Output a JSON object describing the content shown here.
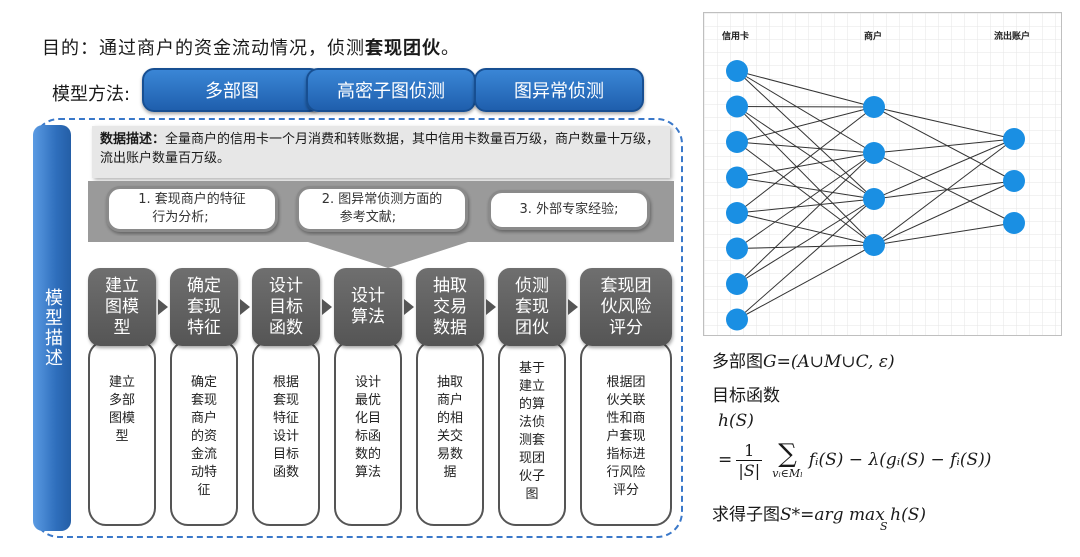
{
  "goal": {
    "prefix": "目的：通过商户的资金流动情况，侦测",
    "bold": "套现团伙",
    "suffix": "。"
  },
  "method": {
    "label": "模型方法:",
    "pills": [
      "多部图",
      "高密子图侦测",
      "图异常侦测"
    ]
  },
  "side_label": "模型描述",
  "data_desc": {
    "bold": "数据描述：",
    "text": "全量商户的信用卡一个月消费和转账数据，其中信用卡数量百万级，商户数量十万级，流出账户数量百万级。"
  },
  "refs": [
    {
      "line1": "1. 套现商户的特征",
      "line2": "行为分析;"
    },
    {
      "line1": "2. 图异常侦测方面的",
      "line2": "参考文献;"
    },
    {
      "line1": "3. 外部专家经验;",
      "line2": ""
    }
  ],
  "steps": [
    {
      "title": [
        "建立",
        "图模",
        "型"
      ],
      "desc": [
        "建立",
        "多部",
        "图模",
        "型"
      ]
    },
    {
      "title": [
        "确定",
        "套现",
        "特征"
      ],
      "desc": [
        "确定",
        "套现",
        "商户",
        "的资",
        "金流",
        "动特",
        "征"
      ]
    },
    {
      "title": [
        "设计",
        "目标",
        "函数"
      ],
      "desc": [
        "根据",
        "套现",
        "特征",
        "设计",
        "目标",
        "函数"
      ]
    },
    {
      "title": [
        "设计",
        "算法"
      ],
      "desc": [
        "设计",
        "最优",
        "化目",
        "标函",
        "数的",
        "算法"
      ]
    },
    {
      "title": [
        "抽取",
        "交易",
        "数据"
      ],
      "desc": [
        "抽取",
        "商户",
        "的相",
        "关交",
        "易数",
        "据"
      ]
    },
    {
      "title": [
        "侦测",
        "套现",
        "团伙"
      ],
      "desc": [
        "基于",
        "建立",
        "的算",
        "法侦",
        "测套",
        "现团",
        "伙子",
        "图"
      ]
    },
    {
      "title": [
        "套现团",
        "伙风险",
        "评分"
      ],
      "desc": [
        "根据团",
        "伙关联",
        "性和商",
        "户套现",
        "指标进",
        "行风险",
        "评分"
      ]
    }
  ],
  "graph": {
    "headers": [
      "信用卡",
      "商户",
      "流出账户"
    ],
    "left_count": 8,
    "mid_count": 4,
    "right_count": 3,
    "node_color": "#1a8fe3"
  },
  "formulas": {
    "line1_text": "多部图",
    "line1_math": "G=(A∪M∪C, ε)",
    "line2": "目标函数",
    "line3": "h(S)",
    "eq_prefix": "=",
    "frac_num": "1",
    "frac_den": "|S|",
    "sum": "∑",
    "sum_sub": "vᵢ∈Mₗ",
    "eq_rest": "fᵢ(S) − λ(gᵢ(S) − fᵢ(S))",
    "line5_text": "求得子图",
    "line5_math": "S*=arg max h(S)",
    "line5_sub": "S"
  }
}
